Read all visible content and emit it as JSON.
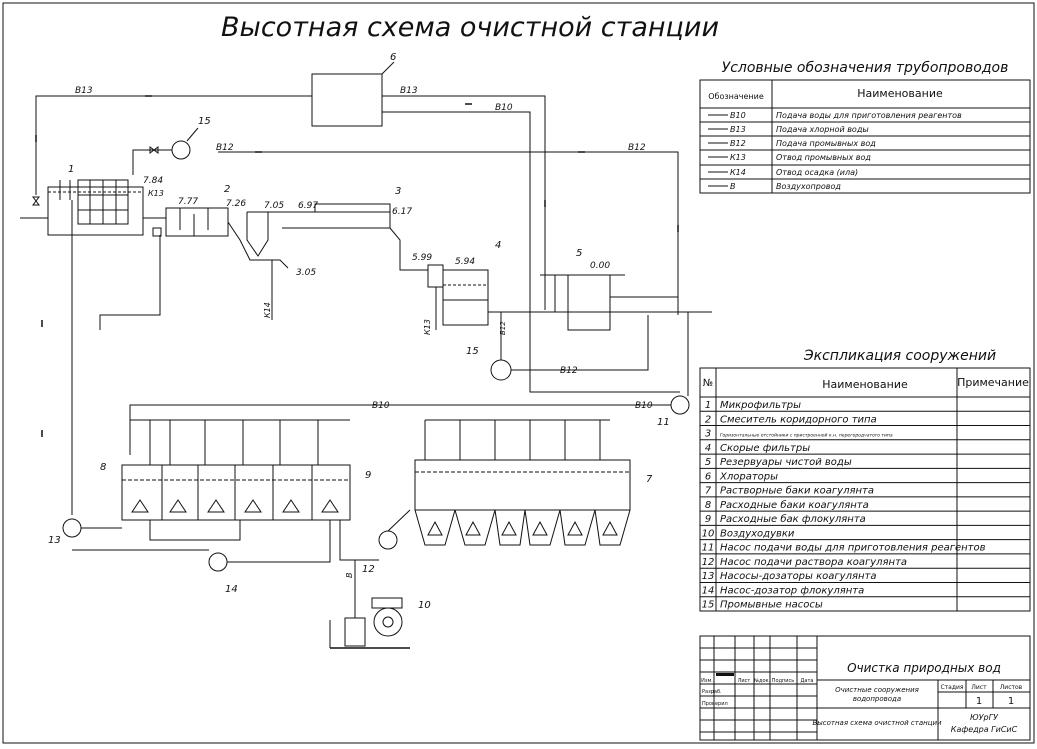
{
  "title": "Высотная схема очистной станции",
  "legend": {
    "title": "Условные обозначения трубопроводов",
    "col_code": "Обозначение",
    "col_name": "Наименование",
    "rows": [
      {
        "code": "В10",
        "name": "Подача воды для приготовления реагентов"
      },
      {
        "code": "В13",
        "name": "Подача хлорной воды"
      },
      {
        "code": "В12",
        "name": "Подача промывных вод"
      },
      {
        "code": "К13",
        "name": "Отвод промывных вод"
      },
      {
        "code": "К14",
        "name": "Отвод осадка (ила)"
      },
      {
        "code": "В",
        "name": "Воздухопровод"
      }
    ]
  },
  "explication": {
    "title": "Экспликация сооружений",
    "col_num": "№",
    "col_name": "Наименование",
    "col_note": "Примечание",
    "rows": [
      {
        "n": "1",
        "name": "Микрофильтры"
      },
      {
        "n": "2",
        "name": "Смеситель коридорного типа"
      },
      {
        "n": "3",
        "name": "Горизонтальные отстойники с пристроенной к.н. перегородчатого типа"
      },
      {
        "n": "4",
        "name": "Скорые фильтры"
      },
      {
        "n": "5",
        "name": "Резервуары чистой воды"
      },
      {
        "n": "6",
        "name": "Хлораторы"
      },
      {
        "n": "7",
        "name": "Растворные баки коагулянта"
      },
      {
        "n": "8",
        "name": "Расходные баки коагулянта"
      },
      {
        "n": "9",
        "name": "Расходные бак флокулянта"
      },
      {
        "n": "10",
        "name": "Воздуходувки"
      },
      {
        "n": "11",
        "name": "Насос подачи воды для приготовления реагентов"
      },
      {
        "n": "12",
        "name": "Насос подачи раствора коагулянта"
      },
      {
        "n": "13",
        "name": "Насосы-дозаторы коагулянта"
      },
      {
        "n": "14",
        "name": "Насос-дозатор флокулянта"
      },
      {
        "n": "15",
        "name": "Промывные насосы"
      }
    ]
  },
  "stamp": {
    "project": "Очистка природных вод",
    "object": "Очистные сооружения водопровода",
    "sheet_title": "Высотная схема очистной станции",
    "h_stage": "Стадия",
    "h_sheet": "Лист",
    "h_sheets": "Листов",
    "sheet": "1",
    "sheets": "1",
    "org1": "ЮУрГУ",
    "org2": "Кафедра ГиСиС",
    "h_izm": "Изм.",
    "h_list": "Лист",
    "h_ndoc": "№док.",
    "h_sign": "Подпись",
    "h_date": "Дата",
    "developed": "Разраб.",
    "checked": "Проверил"
  },
  "diagram": {
    "marks": {
      "m784": "7.84",
      "m777": "7.77",
      "m726": "7.26",
      "m705": "7.05",
      "m697": "6.97",
      "m617": "6.17",
      "m599": "5.99",
      "m594": "5.94",
      "m000": "0.00",
      "m305": "3.05"
    },
    "pipes": {
      "b13": "В13",
      "b10": "В10",
      "b12": "В12",
      "k13": "К13",
      "k14": "К14",
      "b": "В",
      "b12v": "В12"
    },
    "nums": {
      "n1": "1",
      "n2": "2",
      "n3": "3",
      "n4": "4",
      "n5": "5",
      "n6": "6",
      "n7": "7",
      "n8": "8",
      "n9": "9",
      "n10": "10",
      "n11": "11",
      "n12": "12",
      "n13": "13",
      "n14": "14",
      "n15": "15"
    }
  }
}
